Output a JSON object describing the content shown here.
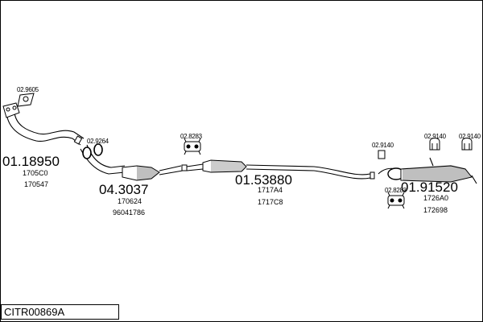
{
  "diagram_code": "CITR00869A",
  "parts": [
    {
      "id": "p1",
      "number": "01.18950",
      "refs": [
        "1705C0",
        "170547"
      ]
    },
    {
      "id": "p2",
      "number": "04.3037",
      "refs": [
        "170624",
        "96041786"
      ]
    },
    {
      "id": "p3",
      "number": "01.53880",
      "refs": [
        "1717A4",
        "1717C8"
      ]
    },
    {
      "id": "p4",
      "number": "01.91520",
      "refs": [
        "1726A0",
        "172698"
      ]
    }
  ],
  "fittings": [
    {
      "id": "f1",
      "number": "02.9605"
    },
    {
      "id": "f2",
      "number": "02.9264"
    },
    {
      "id": "f3",
      "number": "02.8283"
    },
    {
      "id": "f4",
      "number": "02.9140"
    },
    {
      "id": "f5",
      "number": "02.9140"
    },
    {
      "id": "f6",
      "number": "02.9140"
    },
    {
      "id": "f7",
      "number": "02.8283"
    }
  ]
}
